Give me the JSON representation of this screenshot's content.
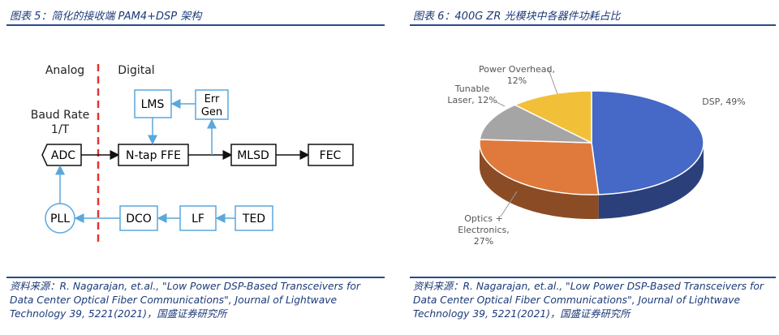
{
  "left": {
    "title": "图表 5：简化的接收端 PAM4+DSP 架构",
    "source": "资料来源：R. Nagarajan, et.al., \"Low Power DSP-Based Transceivers for Data Center Optical Fiber Communications\", Journal of Lightwave Technology 39, 5221(2021)，国盛证券研究所",
    "diagram": {
      "analog_label": "Analog",
      "digital_label": "Digital",
      "baud_rate": "Baud Rate",
      "baud_rate_sub": "1/T",
      "adc": "ADC",
      "ffe": "N-tap FFE",
      "mlsd": "MLSD",
      "fec": "FEC",
      "lms": "LMS",
      "err_gen_1": "Err",
      "err_gen_2": "Gen",
      "pll": "PLL",
      "dco": "DCO",
      "lf": "LF",
      "ted": "TED",
      "colors": {
        "box": "#5aa7dc",
        "arrow": "#5aa7dc",
        "divider": "#e53333",
        "main_arrow": "#111111"
      }
    }
  },
  "right": {
    "title": "图表 6：400G ZR 光模块中各器件功耗占比",
    "source": "资料来源：R. Nagarajan, et.al., \"Low Power DSP-Based Transceivers for Data Center Optical Fiber Communications\", Journal of Lightwave Technology 39, 5221(2021)，国盛证券研究所",
    "chart_data": {
      "type": "pie",
      "title": "",
      "style": "3d",
      "slices": [
        {
          "label": "DSP",
          "value": 49,
          "label_text": "DSP, 49%",
          "color": "#4668c6"
        },
        {
          "label": "Optics + Electronics",
          "value": 27,
          "label_text_1": "Optics +",
          "label_text_2": "Electronics,",
          "label_text_3": "27%",
          "color": "#e07a3c"
        },
        {
          "label": "Tunable Laser",
          "value": 12,
          "label_text_1": "Tunable",
          "label_text_2": "Laser, 12%",
          "color": "#a5a5a5"
        },
        {
          "label": "Power Overhead",
          "value": 12,
          "label_text_1": "Power Overhead,",
          "label_text_2": "12%",
          "color": "#f2c038"
        }
      ]
    }
  }
}
